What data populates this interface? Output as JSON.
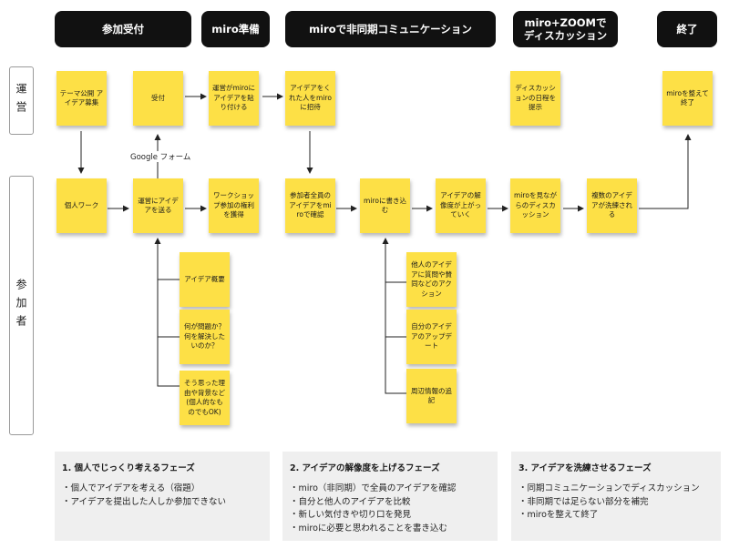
{
  "phases": [
    {
      "id": "phase-1",
      "label": "参加受付"
    },
    {
      "id": "phase-2",
      "label": "miro準備"
    },
    {
      "id": "phase-3",
      "label": "miroで非同期コミュニケーション"
    },
    {
      "id": "phase-4",
      "label": "miro+ZOOMで\nディスカッション"
    },
    {
      "id": "phase-5",
      "label": "終了"
    }
  ],
  "lanes": {
    "staff": "運営",
    "participant": "参加者"
  },
  "notes": {
    "n1": "テーマ公開 アイデア募集",
    "n2": "受付",
    "n3": "運営がmiroに アイデアを貼 り付ける",
    "n4": "アイデアをく れた人をmiro に招待",
    "n5": "ディスカッシ ョンの日程を 提示",
    "n6": "miroを整えて 終了",
    "n7": "個人ワーク",
    "n8": "運営にアイデ アを送る",
    "n9": "ワークショッ プ参加の権利 を獲得",
    "n10": "参加者全員の アイデアをmi roで確認",
    "n11": "miroに書き込 む",
    "n12": "アイデアの解 像度が上がっ ていく",
    "n13": "miroを見なが らのディスカ ッション",
    "n14": "複数のアイデ アが洗練され る",
    "n15": "アイデア概要",
    "n16": "何が問題か？ 何を解決した いのか？",
    "n17": "そう思った理 由や背景など (個人的なも のでもOK)",
    "n18": "他人のアイデ アに質問や賛 同などのアク ション",
    "n19": "自分のアイデ アのアップデ ート",
    "n20": "周辺情報の追 記"
  },
  "edge_labels": {
    "google_form": "Google フォーム"
  },
  "summaries": [
    {
      "title": "1. 個人でじっくり考えるフェーズ",
      "items": [
        "・個人でアイデアを考える（宿題）",
        "・アイデアを提出した人しか参加できない"
      ]
    },
    {
      "title": "2. アイデアの解像度を上げるフェーズ",
      "items": [
        "・miro（非同期）で全員のアイデアを確認",
        "・自分と他人のアイデアを比較",
        "・新しい気付きや切り口を発見",
        "・miroに必要と思われることを書き込む"
      ]
    },
    {
      "title": "3. アイデアを洗練させるフェーズ",
      "items": [
        "・同期コミュニケーションでディスカッション",
        "・非同期では足らない部分を補完",
        "・miroを整えて終了"
      ]
    }
  ],
  "colors": {
    "sticky": "#fde046",
    "phase_header": "#111111",
    "summary_bg": "#efefef"
  }
}
